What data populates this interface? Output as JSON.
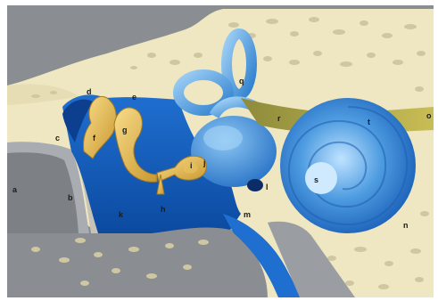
{
  "colors": {
    "background_gray": "#8a8d91",
    "bone": "#efe7c2",
    "bone_pore": "#cfc7a2",
    "ossicle": "#e9c15f",
    "ossicle_dark": "#b88c2a",
    "blue_light": "#74b6e8",
    "blue_mid": "#2d86d6",
    "blue_dark": "#0d4ea8",
    "nerve": "#b4a74b"
  },
  "labels": {
    "a": "a",
    "b": "b",
    "c": "c",
    "d": "d",
    "e": "e",
    "f": "f",
    "g": "g",
    "h": "h",
    "i": "i",
    "j": "j",
    "k": "k",
    "l": "l",
    "m": "m",
    "n": "n",
    "o": "o",
    "q": "q",
    "r": "r",
    "s": "s",
    "t": "t"
  }
}
